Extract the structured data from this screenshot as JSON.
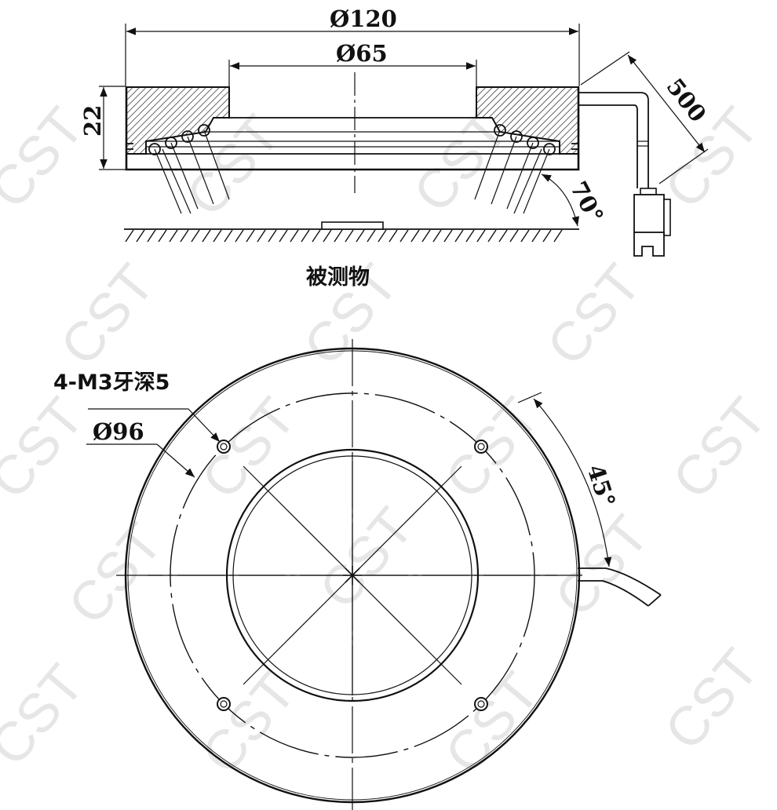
{
  "side_view": {
    "dim_outer_diameter": "Ø120",
    "dim_inner_diameter": "Ø65",
    "dim_height": "22",
    "dim_cable_length": "500",
    "dim_angle": "70°",
    "object_label": "被测物"
  },
  "top_view": {
    "thread_note": "4-M3牙深5",
    "bolt_circle": "Ø96",
    "angle": "45°"
  },
  "watermark": "CST",
  "colors": {
    "line": "#111111",
    "hatch": "#222222",
    "watermark": "#d2d2d2"
  }
}
